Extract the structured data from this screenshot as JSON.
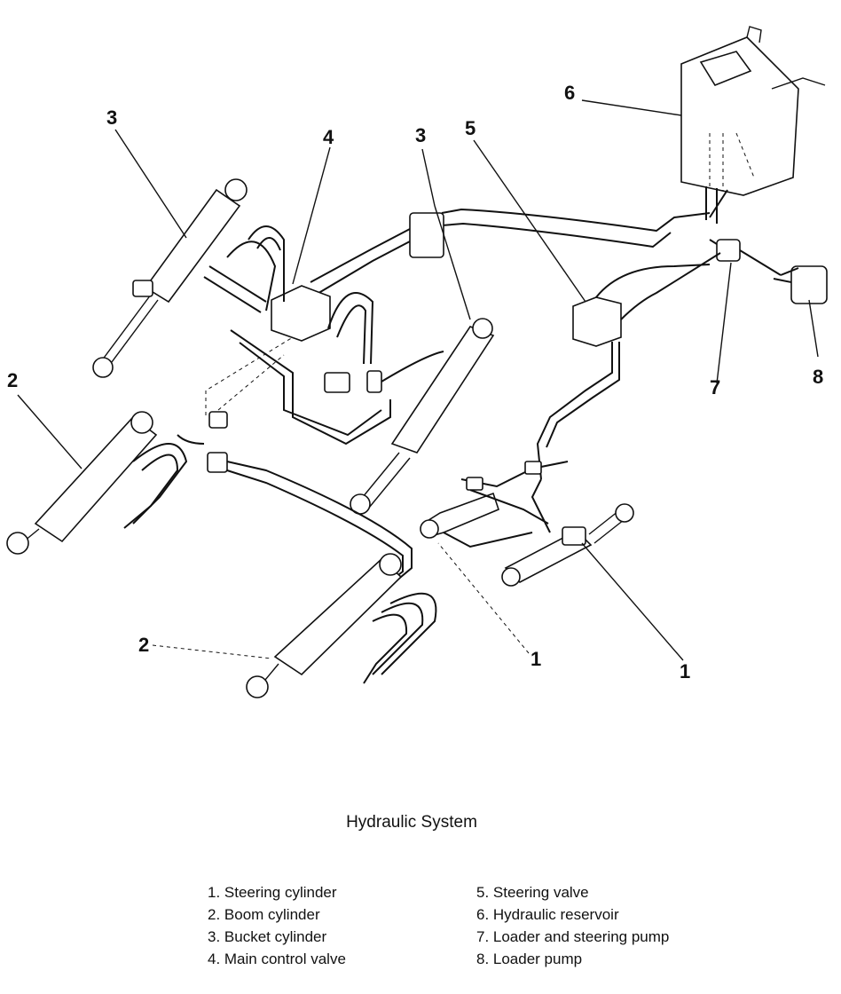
{
  "callouts": {
    "c3_left": "3",
    "c4": "4",
    "c3_mid": "3",
    "c5": "5",
    "c6": "6",
    "c2_left": "2",
    "c7": "7",
    "c8": "8",
    "c2_bottom": "2",
    "c1_mid": "1",
    "c1_right": "1"
  },
  "caption": "Hydraulic System",
  "legend": [
    "1. Steering cylinder",
    "2. Boom cylinder",
    "3. Bucket cylinder",
    "4. Main control valve",
    "5. Steering valve",
    "6. Hydraulic reservoir",
    "7. Loader and steering pump",
    "8. Loader pump"
  ]
}
